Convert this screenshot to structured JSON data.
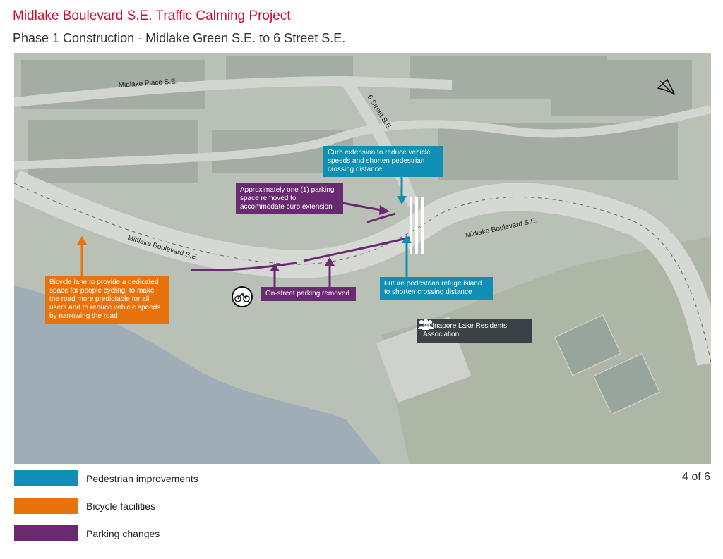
{
  "header": {
    "title": "Midlake Boulevard S.E. Traffic Calming Project",
    "subtitle": "Phase 1 Construction - Midlake Green S.E. to 6 Street S.E."
  },
  "map": {
    "street_labels": {
      "midlake_place": "Midlake Place S.E.",
      "sixth_street": "6 Street S.E.",
      "midlake_blvd_west": "Midlake Boulevard S.E.",
      "midlake_blvd_east": "Midlake Boulevard S.E."
    },
    "callouts": {
      "curb_extension": "Curb extension to reduce vehicle speeds and shorten pedestrian crossing distance",
      "parking_removed_one": "Approximately one (1) parking space removed to accommodate curb extension",
      "bicycle_lane": "Bicycle lane to provide a dedicated space for people cycling, to make the road more predictable for all users and to reduce vehicle speeds by narrowing the road",
      "on_street_parking": "On-street parking removed",
      "refuge_island": "Future pedestrian refuge island to shorten crossing distance",
      "residents_association": "Midnapore Lake Residents Association"
    },
    "icons": {
      "north_arrow": "north-arrow-icon",
      "bike_symbol": "bicycle-symbol-icon",
      "people": "people-group-icon"
    }
  },
  "legend": {
    "items": [
      {
        "label": "Pedestrian improvements",
        "color": "#0e8fb3"
      },
      {
        "label": "Bicycle facilities",
        "color": "#e8730c"
      },
      {
        "label": "Parking changes",
        "color": "#6a2a72"
      }
    ]
  },
  "page_number": "4 of 6",
  "colors": {
    "title": "#c8102e",
    "pedestrian": "#0e8fb3",
    "bicycle": "#e8730c",
    "parking": "#6a2a72",
    "info": "#3a4245"
  }
}
